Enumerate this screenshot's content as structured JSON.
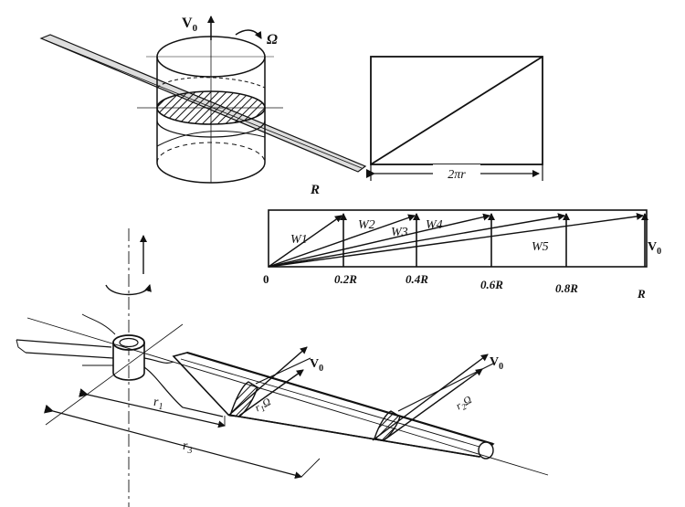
{
  "top_cylinder": {
    "axial_velocity": "V",
    "axial_velocity_sub": "0",
    "rotation": "Ω",
    "radius_label": "R"
  },
  "unrolled_strip": {
    "circumference_label": "2πr"
  },
  "velocity_triangle": {
    "resultants": [
      "W1",
      "W2",
      "W3",
      "W4",
      "W5"
    ],
    "stations": [
      "0",
      "0.2R",
      "0.4R",
      "0.6R",
      "0.8R",
      "R"
    ],
    "axial_velocity": "V",
    "axial_velocity_sub": "0"
  },
  "blade_view": {
    "section1_axial": "V",
    "section1_axial_sub": "0",
    "section1_tangential": "r",
    "section1_tangential_sub": "1",
    "section1_tangential_omega": "Ω",
    "section2_axial": "V",
    "section2_axial_sub": "0",
    "section2_tangential": "r",
    "section2_tangential_sub": "2",
    "section2_tangential_omega": "Ω",
    "radius1": "r",
    "radius1_sub": "1",
    "radius2": "r",
    "radius2_sub": "3"
  }
}
